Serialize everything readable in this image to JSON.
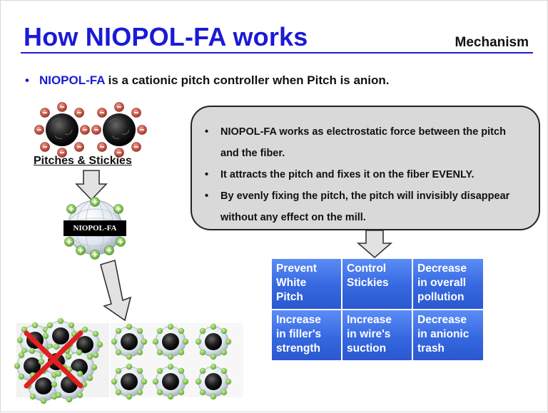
{
  "header": {
    "title": "How NIOPOL-FA works",
    "section": "Mechanism"
  },
  "intro": {
    "bullet": "•",
    "brand": "NIOPOL-FA",
    "text": " is a cationic pitch controller when Pitch is anion."
  },
  "diagram": {
    "pitch_label": "Pitches & Stickies",
    "polymer_label": "NIOPOL-FA",
    "anion_charge": "−",
    "cation_charge": "+"
  },
  "callout": {
    "items": [
      "NIOPOL-FA works as electrostatic force between the pitch and the fiber.",
      "It attracts the pitch and fixes it on the fiber EVENLY.",
      "By evenly fixing the pitch, the pitch will invisibly disappear without any effect on the mill."
    ]
  },
  "benefits": {
    "cells": [
      [
        "Prevent",
        "White",
        "Pitch"
      ],
      [
        "Control",
        "Stickies"
      ],
      [
        "Decrease",
        "in overall",
        "pollution"
      ],
      [
        "Increase",
        "in filler's",
        "strength"
      ],
      [
        "Increase",
        "in wire's",
        "suction"
      ],
      [
        "Decrease",
        "in anionic",
        "trash"
      ]
    ]
  },
  "colors": {
    "title_blue": "#1a1ad6",
    "callout_bg": "#d9d9d9",
    "cell_blue": "#3568e0",
    "anion_red": "#c0392b",
    "cation_green": "#7ac943",
    "cross_red": "#e02020"
  }
}
